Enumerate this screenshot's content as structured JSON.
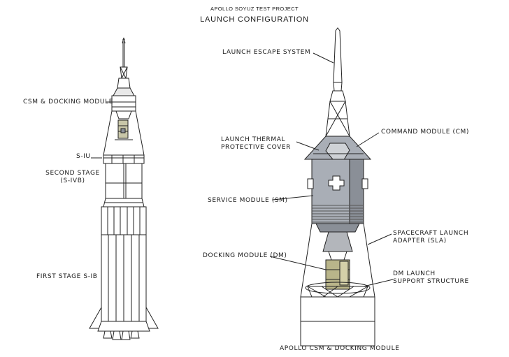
{
  "header": {
    "project": "APOLLO SOYUZ TEST PROJECT",
    "title": "LAUNCH CONFIGURATION"
  },
  "left_vehicle": {
    "csm_docking_module": "CSM & DOCKING MODULE",
    "s_iu": "S-IU",
    "second_stage_1": "SECOND STAGE",
    "second_stage_2": "(S-IVB)",
    "first_stage": "FIRST STAGE S-IB"
  },
  "right_vehicle": {
    "launch_escape_system": "LAUNCH ESCAPE SYSTEM",
    "launch_thermal_1": "LAUNCH THERMAL",
    "launch_thermal_2": "PROTECTIVE COVER",
    "command_module": "COMMAND MODULE (CM)",
    "service_module": "SERVICE MODULE (SM)",
    "sla_1": "SPACECRAFT LAUNCH",
    "sla_2": "ADAPTER (SLA)",
    "docking_module": "DOCKING MODULE (DM)",
    "dm_support_1": "DM LAUNCH",
    "dm_support_2": "SUPPORT STRUCTURE",
    "caption": "APOLLO CSM & DOCKING MODULE"
  },
  "colors": {
    "line": "#222222",
    "module_gray": "#a9aeb6",
    "module_dark": "#8a8f97",
    "dm_olive": "#b9b58a"
  }
}
